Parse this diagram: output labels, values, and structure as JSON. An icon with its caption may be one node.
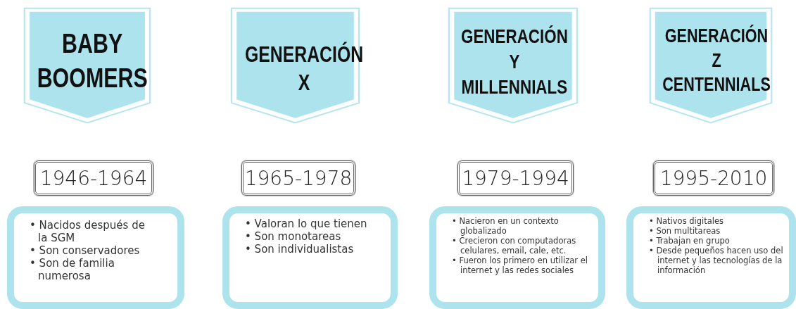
{
  "diagram": {
    "nodes": [
      {
        "text": [
          "BABY BOOMERS"
        ]
      },
      {
        "text": [
          "GENERACIÓN X"
        ]
      },
      {
        "text": [
          "GENERACIÓN Y MILLENNIALS"
        ]
      },
      {
        "text": [
          "GENERACIÓN Z CENTENNIALS"
        ]
      },
      {
        "text": [
          "1946-1964"
        ]
      },
      {
        "text": [
          "1965-1978"
        ]
      },
      {
        "text": [
          "1979-1994"
        ]
      },
      {
        "text": [
          "1995-2010"
        ]
      },
      {
        "text": [
          "• Nacidos después de la SGM",
          "• Son conservadores",
          "• Son de familia numerosa"
        ]
      },
      {
        "text": [
          "• Valoran lo que tienen",
          "• Son monotareas",
          "• Son individualistas"
        ]
      },
      {
        "text": [
          "• Nacieron en un contexto globalizado",
          "• Crecieron con computadoras celulares, email, cale, etc.",
          "• Fueron los primero en utilizar el internet y las redes sociales"
        ]
      },
      {
        "text": [
          "• Nativos digitales",
          "• Son multitareas",
          "• Trabajan en grupo",
          "• Desde pequeños hacen uso del internet y las tecnologías de la información"
        ]
      }
    ],
    "edges": []
  }
}
